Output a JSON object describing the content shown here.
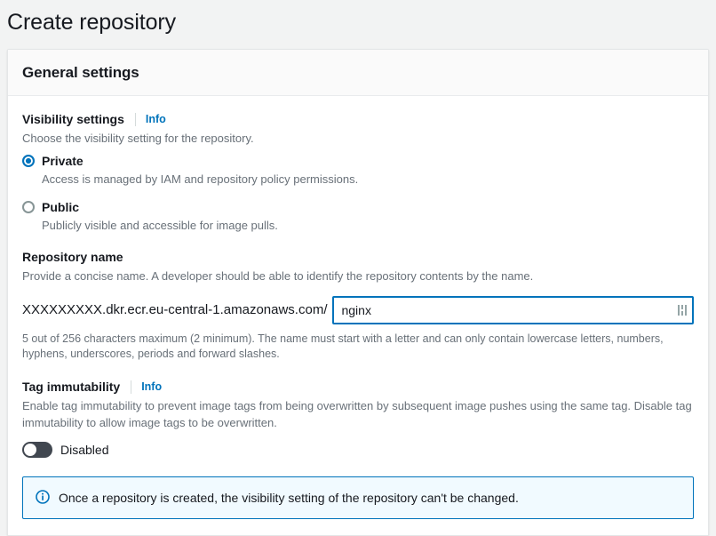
{
  "page": {
    "title": "Create repository"
  },
  "card": {
    "header": "General settings"
  },
  "visibility": {
    "label": "Visibility settings",
    "info_label": "Info",
    "description": "Choose the visibility setting for the repository.",
    "options": [
      {
        "label": "Private",
        "description": "Access is managed by IAM and repository policy permissions.",
        "selected": true
      },
      {
        "label": "Public",
        "description": "Publicly visible and accessible for image pulls.",
        "selected": false
      }
    ]
  },
  "repository_name": {
    "label": "Repository name",
    "description": "Provide a concise name. A developer should be able to identify the repository contents by the name.",
    "uri_prefix": "XXXXXXXXX.dkr.ecr.eu-central-1.amazonaws.com/",
    "value": "nginx",
    "placeholder": "",
    "constraint": "5 out of 256 characters maximum (2 minimum). The name must start with a letter and can only contain lowercase letters, numbers, hyphens, underscores, periods and forward slashes.",
    "resize_icon": "resize-grip-icon"
  },
  "tag_immutability": {
    "label": "Tag immutability",
    "info_label": "Info",
    "description": "Enable tag immutability to prevent image tags from being overwritten by subsequent image pushes using the same tag. Disable tag immutability to allow image tags to be overwritten.",
    "toggle_state_label": "Disabled",
    "toggle_on": false
  },
  "alert": {
    "icon": "info-circle-icon",
    "message": "Once a repository is created, the visibility setting of the repository can't be changed."
  },
  "colors": {
    "accent": "#0073bb",
    "page_bg": "#f2f3f3",
    "card_bg": "#ffffff",
    "header_bg": "#fafafa",
    "alert_bg": "#f1faff",
    "text": "#16191f",
    "muted_text": "#687078",
    "toggle_off": "#414750"
  }
}
